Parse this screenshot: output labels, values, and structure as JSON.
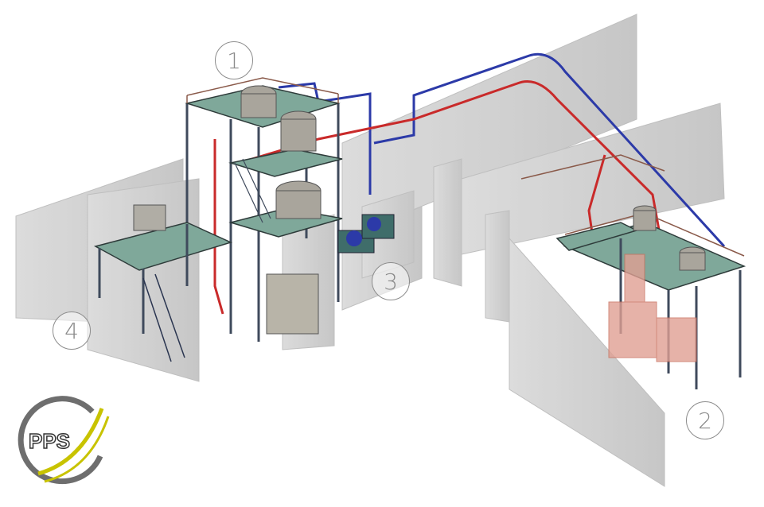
{
  "callouts": [
    {
      "id": "1",
      "label": "1"
    },
    {
      "id": "2",
      "label": "2"
    },
    {
      "id": "3",
      "label": "3"
    },
    {
      "id": "4",
      "label": "4"
    }
  ],
  "logo": {
    "text": "PPS"
  },
  "colors": {
    "wall": "#c9c9c9",
    "platform": "#7fa89a",
    "steel": "#3f4a5c",
    "rail": "#8a5a4a",
    "pipe_blue": "#2c3aa8",
    "pipe_red": "#c92a2a",
    "vessel": "#a9a59c",
    "logo_gold": "#c8c300",
    "logo_gray": "#6e6e6e"
  }
}
